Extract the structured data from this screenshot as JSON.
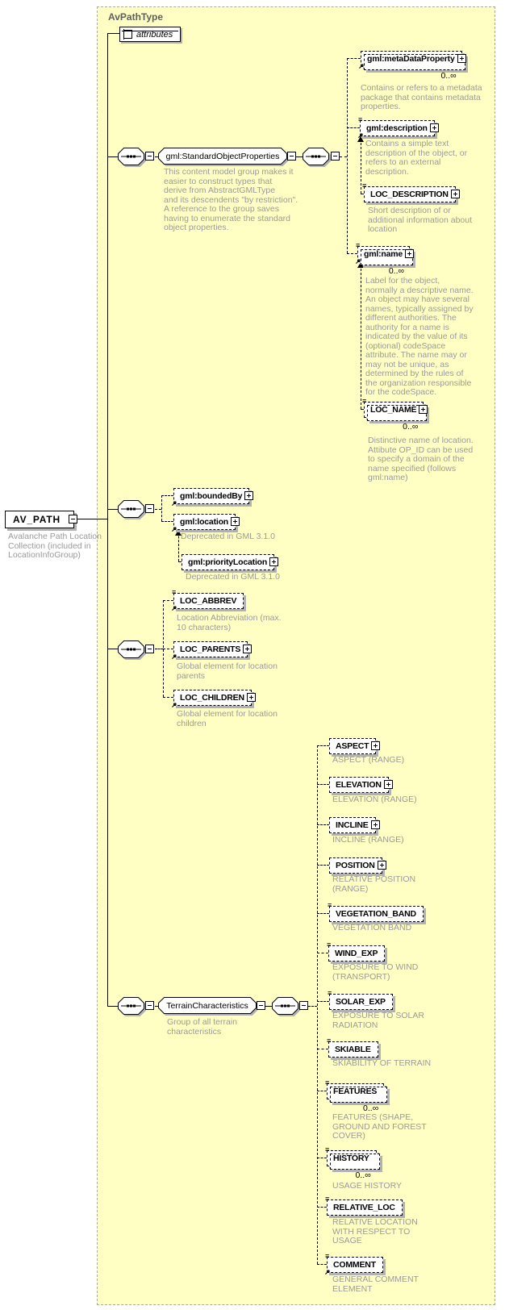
{
  "diagram": {
    "type_label": "AvPathType",
    "root": {
      "label": "AV_PATH",
      "annotation": "Avalanche Path Location\nCollection (included in\nLocationInfoGroup)"
    },
    "attrs": {
      "label": "attributes"
    },
    "groups": {
      "sop": {
        "label": "gml:StandardObjectProperties",
        "annotation": "This content model group makes it\neasier to construct types that\n      derive from AbstractGMLType\nand its descendents \"by restriction\".\n      A reference to the group saves\nhaving to enumerate the standard\nobject properties."
      },
      "tc": {
        "label": "TerrainCharacteristics",
        "annotation": "Group of all terrain\ncharacteristics"
      }
    },
    "el": {
      "meta": {
        "label": "gml:metaDataProperty",
        "occurrence": "0..∞",
        "annotation": "Contains or refers to a metadata\npackage that contains metadata\nproperties."
      },
      "desc": {
        "label": "gml:description",
        "annotation": "Contains a simple text\ndescription of the object, or\nrefers to an external\ndescription."
      },
      "locdesc": {
        "label": "LOC_DESCRIPTION",
        "annotation": "Short description of or\nadditional information about\nlocation"
      },
      "name": {
        "label": "gml:name",
        "occurrence": "0..∞",
        "annotation": "Label for the object,\nnormally a descriptive name.\nAn object may have several\nnames, typically assigned by\ndifferent authorities.  The\nauthority for a name is\nindicated by the value of its\n(optional) codeSpace\nattribute.  The name may or\nmay not be unique, as\ndetermined by the rules of\nthe organization responsible\nfor the codeSpace."
      },
      "locname": {
        "label": "LOC_NAME",
        "occurrence": "0..∞",
        "annotation": "Distinctive name of location.\nAttibute OP_ID can be used\nto specify a domain of the\nname specified (follows\ngml:name)"
      },
      "bounded": {
        "label": "gml:boundedBy"
      },
      "location": {
        "label": "gml:location",
        "annotation": "Deprecated in GML 3.1.0"
      },
      "priority": {
        "label": "gml:priorityLocation",
        "annotation": "Deprecated in GML 3.1.0"
      },
      "abbrev": {
        "label": "LOC_ABBREV",
        "annotation": "Location Abbreviation (max.\n10 characters)"
      },
      "parents": {
        "label": "LOC_PARENTS",
        "annotation": "Global element for location\nparents"
      },
      "children": {
        "label": "LOC_CHILDREN",
        "annotation": "Global element for location\nchildren"
      },
      "aspect": {
        "label": "ASPECT",
        "annotation": "ASPECT (RANGE)"
      },
      "elevation": {
        "label": "ELEVATION",
        "annotation": "ELEVATION (RANGE)"
      },
      "incline": {
        "label": "INCLINE",
        "annotation": "INCLINE (RANGE)"
      },
      "position": {
        "label": "POSITION",
        "annotation": "RELATIVE POSITION\n(RANGE)"
      },
      "veg": {
        "label": "VEGETATION_BAND",
        "annotation": "VEGETATION BAND"
      },
      "wind": {
        "label": "WIND_EXP",
        "annotation": "EXPOSURE TO WIND\n(TRANSPORT)"
      },
      "solar": {
        "label": "SOLAR_EXP",
        "annotation": "EXPOSURE TO SOLAR\nRADIATION"
      },
      "skiable": {
        "label": "SKIABLE",
        "annotation": "SKIABILITY OF TERRAIN"
      },
      "features": {
        "label": "FEATURES",
        "occurrence": "0..∞",
        "annotation": "FEATURES (SHAPE,\nGROUND AND FOREST\nCOVER)"
      },
      "history": {
        "label": "HISTORY",
        "occurrence": "0..∞",
        "annotation": "USAGE HISTORY"
      },
      "relloc": {
        "label": "RELATIVE_LOC",
        "annotation": "RELATIVE LOCATION\nWITH RESPECT TO\nUSAGE"
      },
      "comment": {
        "label": "COMMENT",
        "annotation": "GENERAL COMMENT\nELEMENT"
      }
    },
    "icons": {
      "note": "≡",
      "substitutable": "↗"
    },
    "colors": {
      "canvas_fill": "#ffffc4",
      "canvas_border": "#a8a8a8",
      "box_shadow": "#b2b2b2",
      "annotation_text": "#9a9a9a",
      "title_text": "#5f5f5f"
    }
  }
}
